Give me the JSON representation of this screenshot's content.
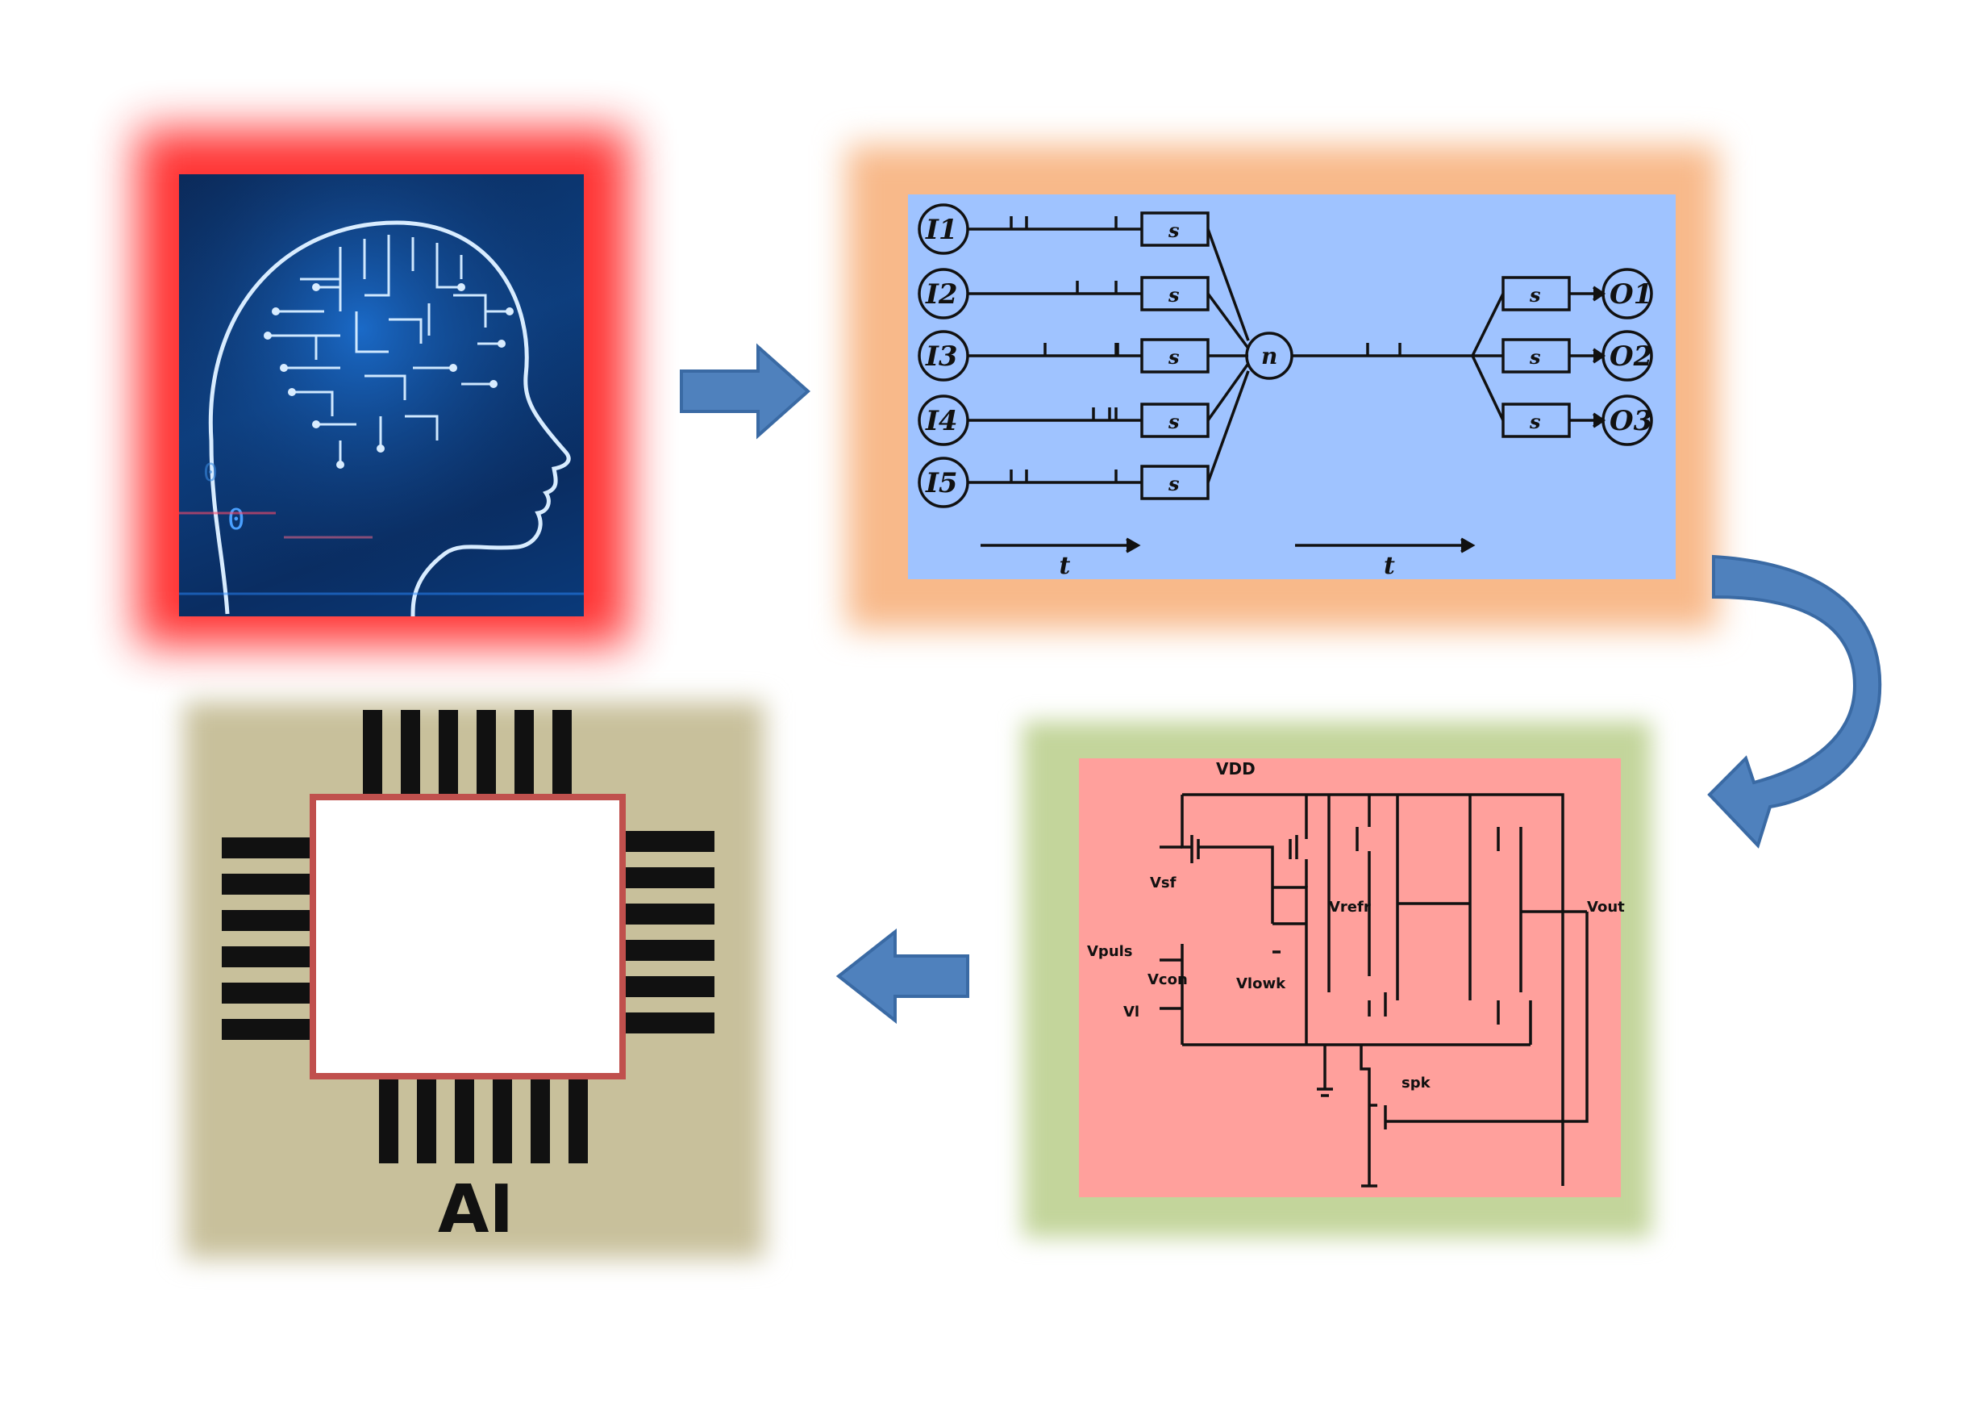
{
  "stages": {
    "brain": {
      "icon": "brain-circuit-head-icon"
    },
    "snn": {
      "inputs": [
        "I1",
        "I2",
        "I3",
        "I4",
        "I5"
      ],
      "synapse_label": "s",
      "neuron_label": "n",
      "outputs": [
        "O1",
        "O2",
        "O3"
      ],
      "time_label": "t"
    },
    "circuit": {
      "vdd": "VDD",
      "labels": [
        "VDD",
        "Vsf",
        "Vrefr",
        "Vpuls",
        "Vcon",
        "Vl",
        "Vlowk",
        "Vout",
        "spk"
      ]
    },
    "chip": {
      "label": "AI"
    }
  },
  "colors": {
    "arrow": "#4f81bd",
    "brain_glow": "#ff2a2a",
    "snn_frame": "#f8b98a",
    "snn_bg": "#9fc3ff",
    "circuit_frame": "#c3d59b",
    "circuit_bg": "#ffa09c",
    "chip_frame": "#c8c09b",
    "chip_border": "#c0504d"
  }
}
